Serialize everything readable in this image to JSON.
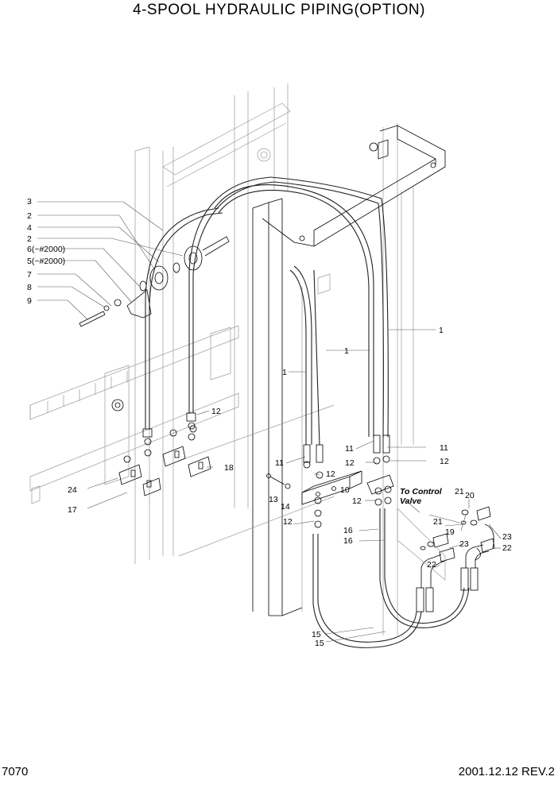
{
  "title": "4-SPOOL HYDRAULIC PIPING(OPTION)",
  "page_number": "7070",
  "revision": "2001.12.12 REV.2",
  "note_to_control_valve": [
    "To Control",
    "Valve"
  ],
  "callouts": {
    "c1a": "1",
    "c1b": "1",
    "c1c": "1",
    "c2a": "2",
    "c2b": "2",
    "c3": "3",
    "c4": "4",
    "c5": "5(~#2000)",
    "c6": "6(~#2000)",
    "c7": "7",
    "c8": "8",
    "c9": "9",
    "c10": "10",
    "c11a": "11",
    "c11b": "11",
    "c11c": "11",
    "c12a": "12",
    "c12b": "12",
    "c12c": "12",
    "c12d": "12",
    "c12e": "12",
    "c12f": "12",
    "c13": "13",
    "c14": "14",
    "c15a": "15",
    "c15b": "15",
    "c16a": "16",
    "c16b": "16",
    "c17": "17",
    "c18": "18",
    "c19": "19",
    "c20": "20",
    "c21a": "21",
    "c21b": "21",
    "c22a": "22",
    "c22b": "22",
    "c23a": "23",
    "c23b": "23",
    "c24": "24"
  }
}
